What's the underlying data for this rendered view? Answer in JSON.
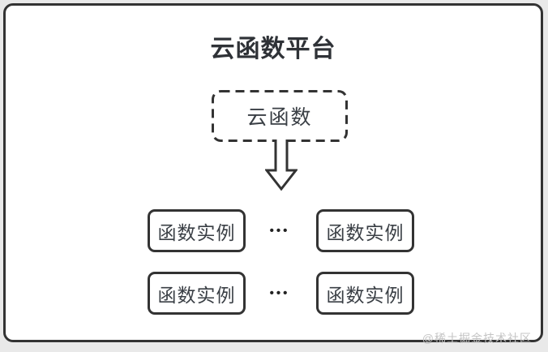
{
  "page": {
    "title": "云函数平台",
    "watermark": "@稀土掘金技术社区"
  },
  "diagram": {
    "root_node": "云函数",
    "ellipsis": "•••",
    "rows": [
      {
        "left": "函数实例",
        "right": "函数实例"
      },
      {
        "left": "函数实例",
        "right": "函数实例"
      }
    ]
  },
  "colors": {
    "line": "#333333",
    "title_text": "#2f3237",
    "node_text": "#3a3f45",
    "watermark": "#c5c5c5",
    "page_bg": "#e9e9e9",
    "canvas_bg": "#ffffff"
  }
}
